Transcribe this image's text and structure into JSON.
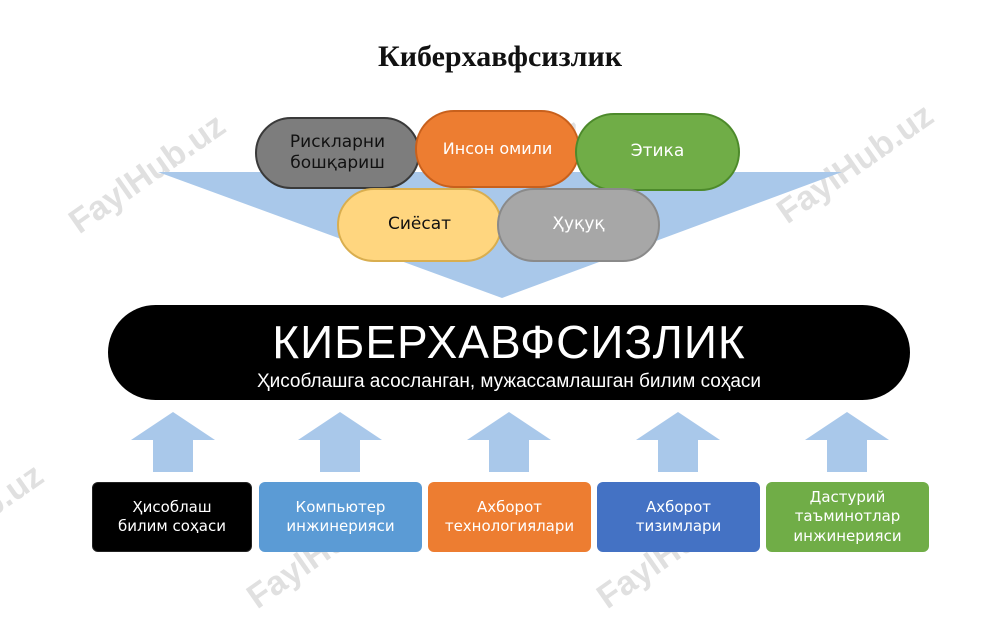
{
  "page_title": "Киберхавфсизлик",
  "watermark_text": "FaylHub.uz",
  "colors": {
    "arrow": "#a9c8ea",
    "risk": "#7d7d7d",
    "human": "#ed7d31",
    "ethics": "#70ad47",
    "policy": "#ffd67f",
    "law": "#a7a7a7",
    "computing": "#000000",
    "computer_engineering": "#5b9bd5",
    "information_technology": "#ed7d31",
    "information_systems": "#4472c4",
    "software_engineering": "#70ad47"
  },
  "factors": {
    "risk": "Рискларни бошқариш",
    "human": "Инсон омили",
    "ethics": "Этика",
    "policy": "Сиёсат",
    "law": "Ҳуқуқ"
  },
  "main": {
    "title": "КИБЕРХАВФСИЗЛИК",
    "subtitle": "Ҳисоблашга асосланган, мужассамлашган билим соҳаси"
  },
  "foundations": [
    "Ҳисоблаш билим соҳаси",
    "Компьютер инжинерияси",
    "Ахборот технологиялари",
    "Ахборот тизимлари",
    "Дастурий таъминотлар инжинерияси"
  ]
}
